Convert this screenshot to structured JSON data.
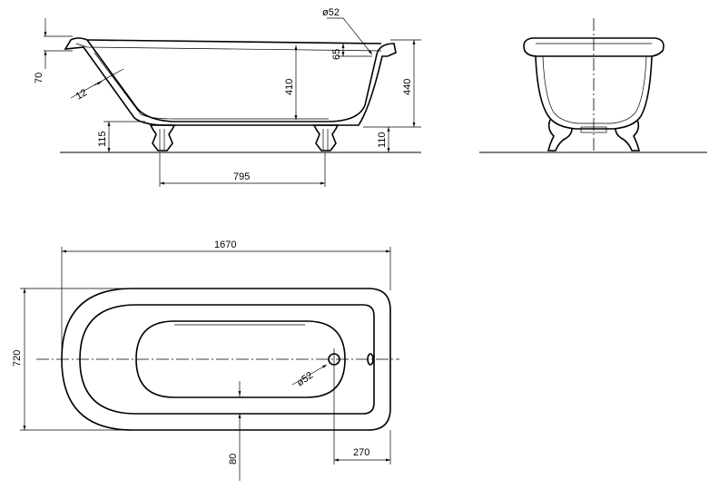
{
  "dimensions": {
    "side_view": {
      "diameter_label": "ø52",
      "rim_width": "70",
      "wall_thickness": "12",
      "inner_depth": "410",
      "overflow_height": "65",
      "total_height": "440",
      "feet_height_left": "115",
      "feet_height_right": "110",
      "feet_spacing": "795"
    },
    "plan_view": {
      "length": "1670",
      "width": "720",
      "drain_diameter": "ø52",
      "drain_offset_side": "80",
      "drain_offset_end": "270"
    }
  }
}
